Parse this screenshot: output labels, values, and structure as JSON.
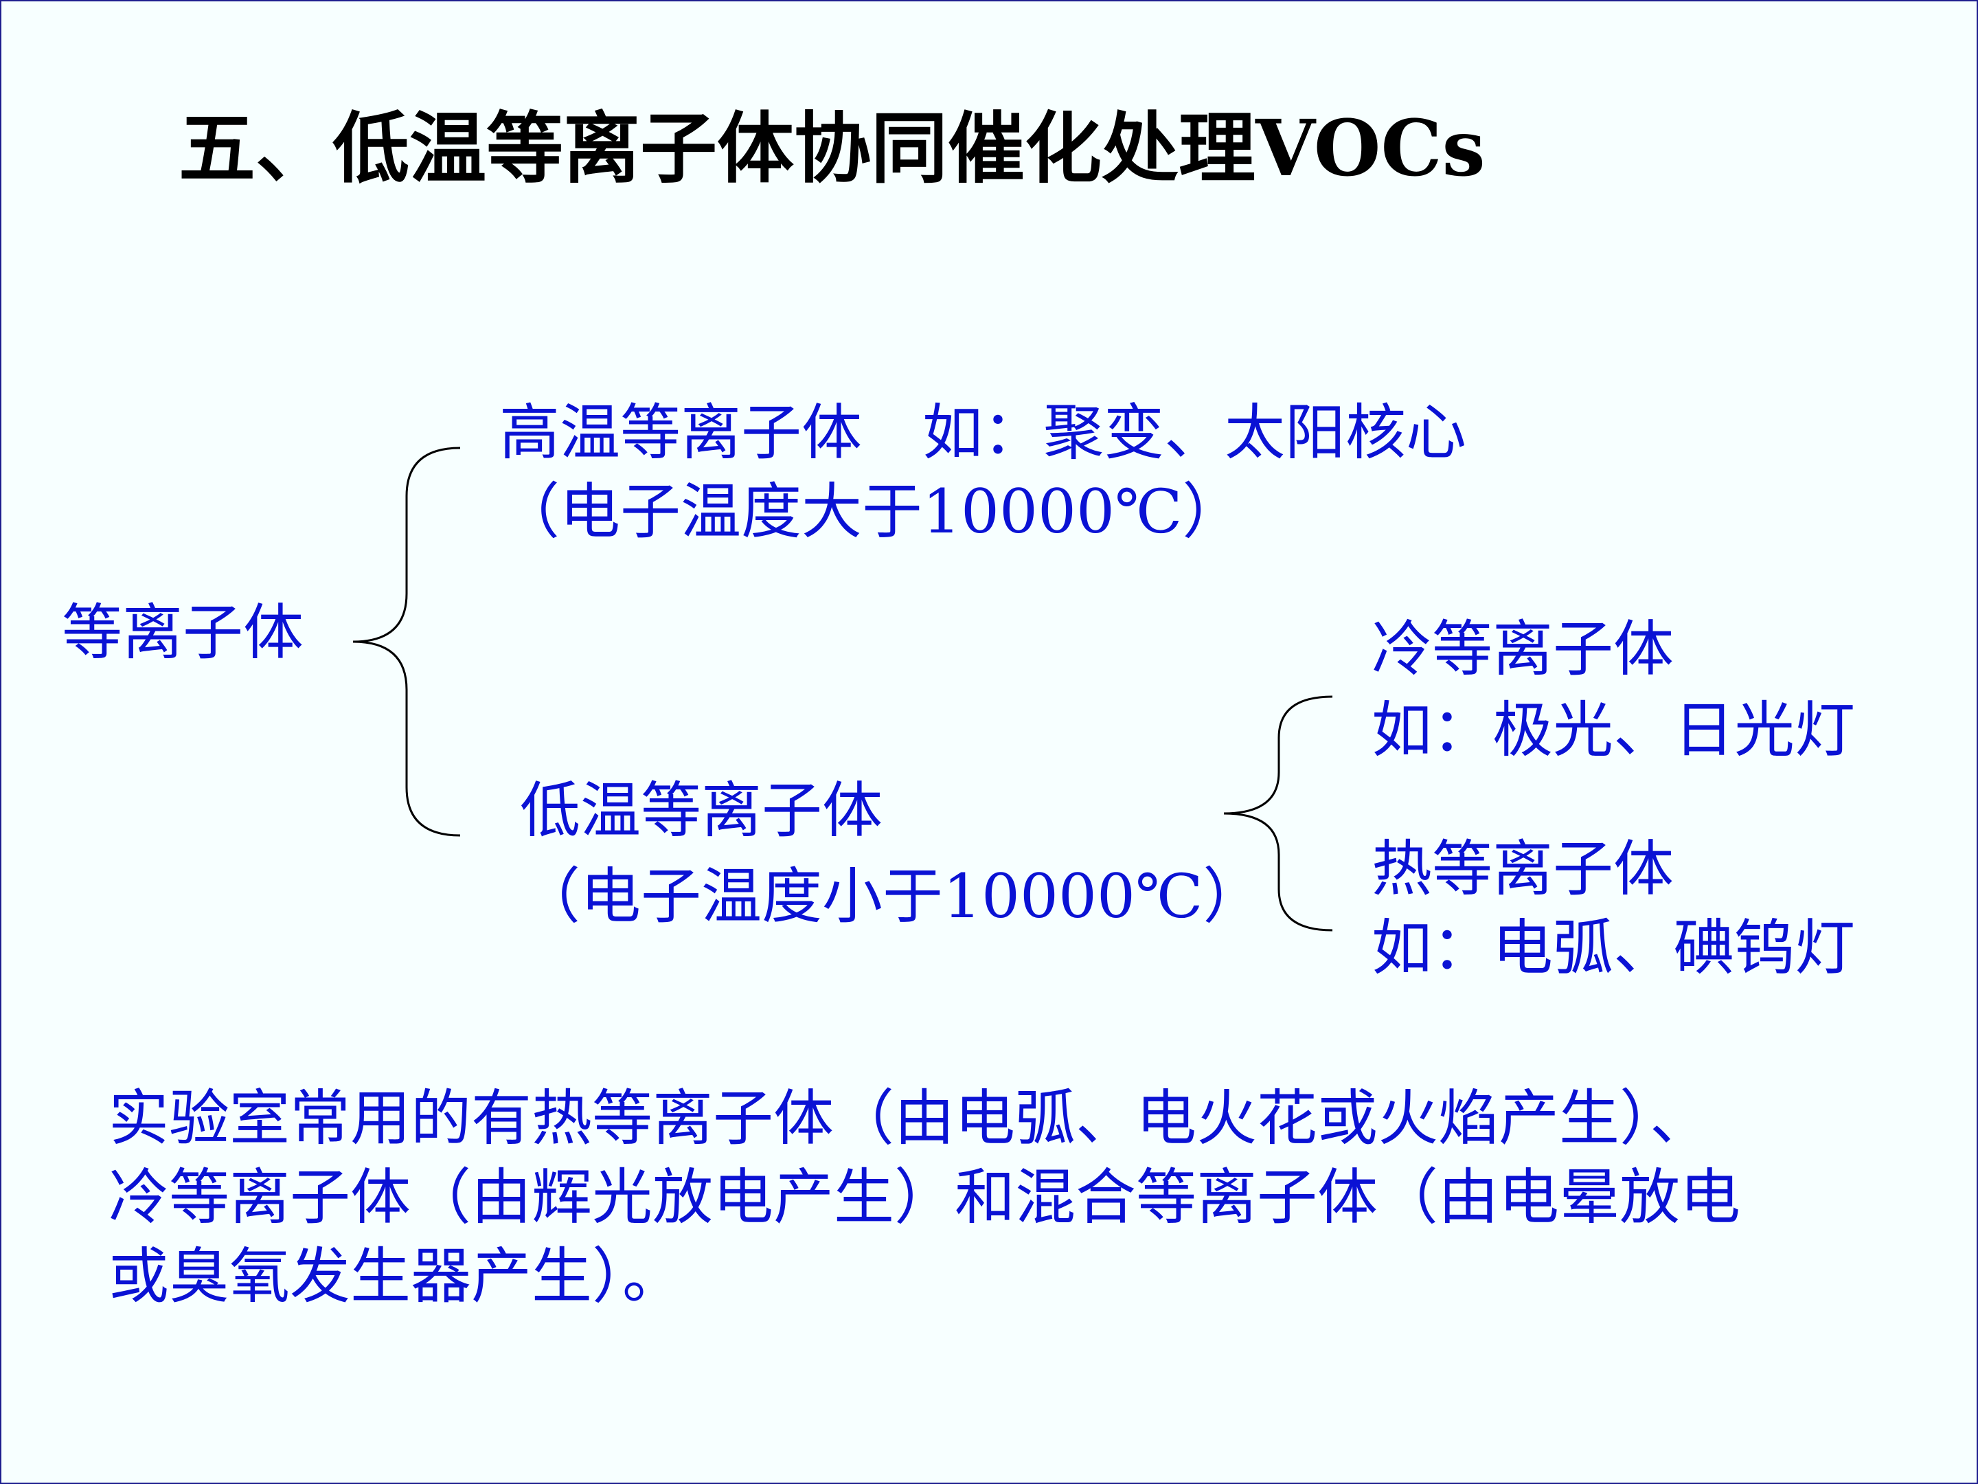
{
  "title": "五、低温等离子体协同催化处理VOCs",
  "diagram": {
    "root": "等离子体",
    "high_temp": {
      "line1": "高温等离子体　如：聚变、太阳核心",
      "line2": "（电子温度大于10000℃）"
    },
    "low_temp": {
      "line1": "低温等离子体",
      "line2": "（电子温度小于10000℃）"
    },
    "cold": {
      "line1": "冷等离子体",
      "line2": "如：极光、日光灯"
    },
    "hot": {
      "line1": "热等离子体",
      "line2": "如：电弧、碘钨灯"
    }
  },
  "paragraph": {
    "line1": "实验室常用的有热等离子体（由电弧、电火花或火焰产生）、",
    "line2": "冷等离子体（由辉光放电产生）和混合等离子体（由电晕放电",
    "line3": "或臭氧发生器产生）。"
  }
}
